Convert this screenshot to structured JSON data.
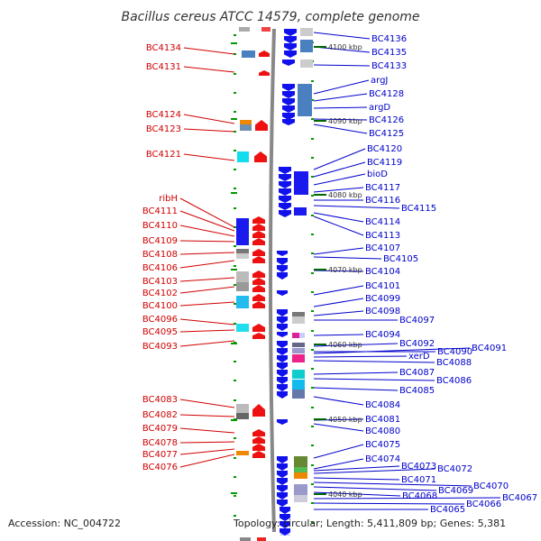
{
  "title": "Bacillus cereus ATCC 14579, complete genome",
  "footer": {
    "accession": "Accession: NC_004722",
    "topology": "Topology: circular; Length: 5,411,809 bp; Genes: 5,381"
  },
  "colors": {
    "backbone": "#888888",
    "forward": "#ee1111",
    "reverse": "#1111ee",
    "left_label": "#d00000",
    "right_label": "#0000cc",
    "tick": "#009900",
    "ruler_marker": "#006600"
  },
  "ruler": [
    {
      "label": "4100 kbp"
    },
    {
      "label": "4090 kbp"
    },
    {
      "label": "4080 kbp"
    },
    {
      "label": "4070 kbp"
    },
    {
      "label": "4060 kbp"
    },
    {
      "label": "4050 kbp"
    },
    {
      "label": "4040 kbp"
    }
  ],
  "left_labels": [
    "BC4134",
    "BC4131",
    "BC4124",
    "BC4123",
    "BC4121",
    "ribH",
    "BC4111",
    "BC4110",
    "BC4109",
    "BC4108",
    "BC4106",
    "BC4103",
    "BC4102",
    "BC4100",
    "BC4096",
    "BC4095",
    "BC4093",
    "BC4083",
    "BC4082",
    "BC4079",
    "BC4078",
    "BC4077",
    "BC4076"
  ],
  "right_labels": [
    "BC4136",
    "BC4135",
    "BC4133",
    "argJ",
    "BC4128",
    "argD",
    "BC4126",
    "BC4125",
    "BC4120",
    "BC4119",
    "bioD",
    "BC4117",
    "BC4116",
    "BC4115",
    "BC4114",
    "BC4113",
    "BC4107",
    "BC4105",
    "BC4104",
    "BC4101",
    "BC4099",
    "BC4098",
    "BC4097",
    "BC4094",
    "BC4092",
    "BC4090",
    "BC4091",
    "xerD",
    "BC4088",
    "BC4087",
    "BC4086",
    "BC4085",
    "BC4084",
    "BC4081",
    "BC4080",
    "BC4075",
    "BC4074",
    "BC4073",
    "BC4072",
    "BC4071",
    "BC4070",
    "BC4069",
    "BC4068",
    "BC4067",
    "BC4066",
    "BC4065"
  ]
}
